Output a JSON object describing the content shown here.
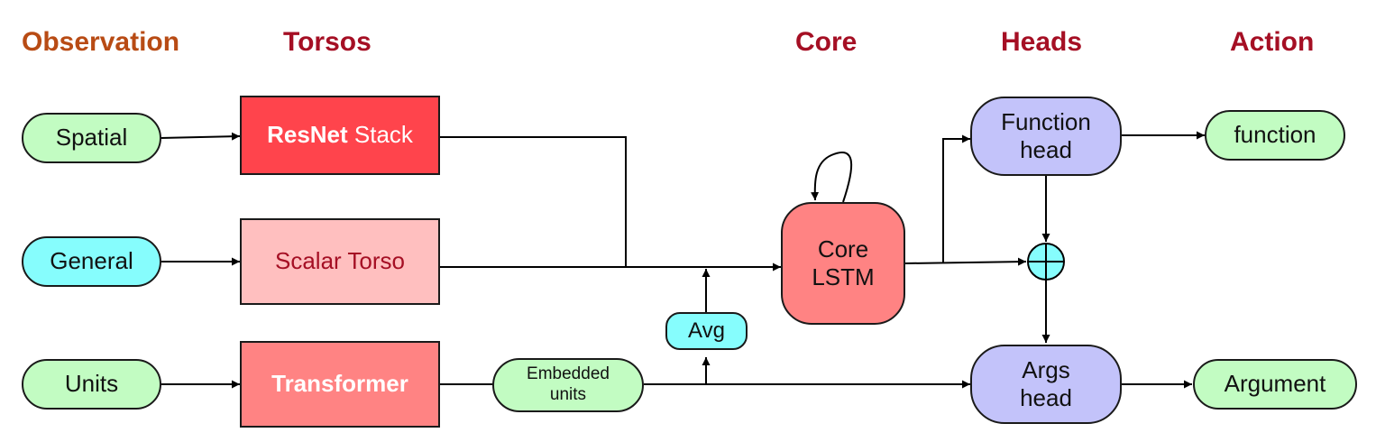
{
  "headers": {
    "observation": "Observation",
    "torsos": "Torsos",
    "core": "Core",
    "heads": "Heads",
    "action": "Action"
  },
  "observations": {
    "spatial": "Spatial",
    "general": "General",
    "units": "Units"
  },
  "torsos": {
    "resnet_bold": "ResNet",
    "resnet_rest": " Stack",
    "scalar": "Scalar Torso",
    "transformer": "Transformer"
  },
  "intermediate": {
    "embedded_line1": "Embedded",
    "embedded_line2": "units",
    "avg": "Avg"
  },
  "core": {
    "line1": "Core",
    "line2": "LSTM"
  },
  "heads": {
    "function_line1": "Function",
    "function_line2": "head",
    "args_line1": "Args",
    "args_line2": "head"
  },
  "actions": {
    "function": "function",
    "argument": "Argument"
  },
  "colors": {
    "observation_header": "#b84b14",
    "section_header": "#a50f24",
    "green_node": "#c2fcc2",
    "cyan_node": "#86fdfd",
    "resnet": "#ff444c",
    "scalar": "#ffbfbf",
    "transformer_core": "#ff8383",
    "head": "#c3c3fa"
  }
}
